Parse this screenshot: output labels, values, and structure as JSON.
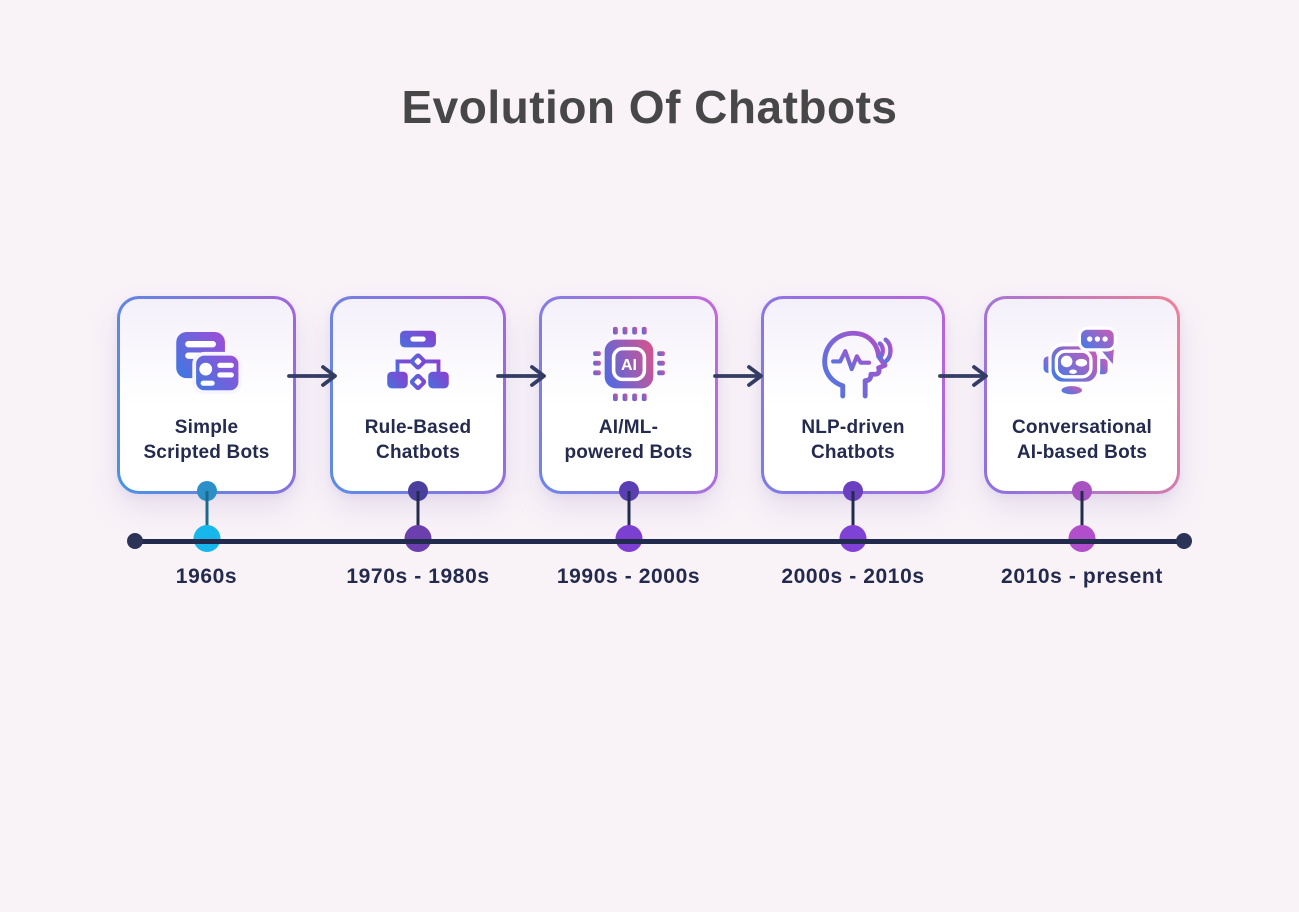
{
  "title": "Evolution Of Chatbots",
  "background_color": "#f9f3f8",
  "title_color": "#474747",
  "arrow_color": "#333c63",
  "timeline": {
    "line_color": "#222b4d",
    "end_dot_color": "#2b3457",
    "label_color": "#232a4d"
  },
  "cards": [
    {
      "line1": "Simple",
      "line2": "Scripted Bots",
      "period": "1960s",
      "icon": "chat-cards-icon",
      "border_from": "#4793e6",
      "border_to": "#a366d9",
      "icon_from": "#4277e0",
      "icon_to": "#9a4fd8",
      "node_color": "#2b90c8",
      "dot_color": "#17b7ec",
      "connector_color": "#1b6a8c"
    },
    {
      "line1": "Rule-Based",
      "line2": "Chatbots",
      "period": "1970s - 1980s",
      "icon": "flowchart-icon",
      "border_from": "#5a8de8",
      "border_to": "#a864dd",
      "icon_from": "#4b6fdd",
      "icon_to": "#8a3fd0",
      "node_color": "#4a3f9f",
      "dot_color": "#6b3fae",
      "connector_color": "#232b4d"
    },
    {
      "line1": "AI/ML-",
      "line2": "powered Bots",
      "period": "1990s - 2000s",
      "icon": "ai-chip-icon",
      "border_from": "#6b85ea",
      "border_to": "#c468d8",
      "icon_from": "#5569e0",
      "icon_to": "#cf5592",
      "node_color": "#5a3fb4",
      "dot_color": "#7d3fd2",
      "connector_color": "#232b4d"
    },
    {
      "line1": "NLP-driven",
      "line2": "Chatbots",
      "period": "2000s - 2010s",
      "icon": "speech-head-icon",
      "border_from": "#7b7cea",
      "border_to": "#b964dd",
      "icon_from": "#4e78e2",
      "icon_to": "#b14fc8",
      "node_color": "#6a3fc0",
      "dot_color": "#8042d6",
      "connector_color": "#232b4d"
    },
    {
      "line1": "Conversational",
      "line2": "AI-based Bots",
      "period": "2010s - present",
      "icon": "robot-chat-icon",
      "border_from": "#8a70e8",
      "border_to": "#ee8297",
      "icon_from": "#3f7ce8",
      "icon_to": "#cf5ab4",
      "node_color": "#a852c2",
      "dot_color": "#b04ecb",
      "connector_color": "#232b4d"
    }
  ]
}
